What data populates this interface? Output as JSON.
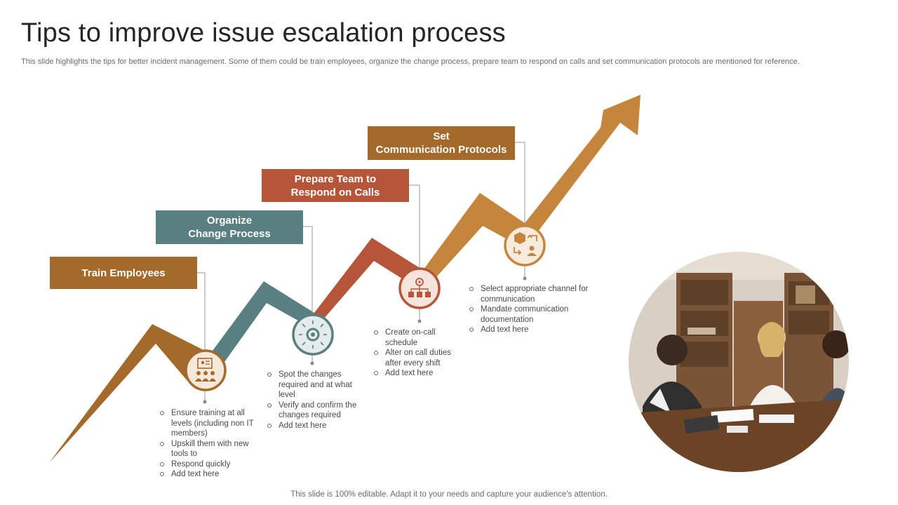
{
  "title": "Tips to improve issue escalation process",
  "subtitle": "This slide highlights the tips for better incident management. Some of them could be train employees, organize the change process, prepare team to respond on calls and set communication protocols are mentioned for reference.",
  "footer": "This slide is 100% editable. Adapt it to your needs and capture your audience's attention.",
  "colors": {
    "brown": "#A36A2B",
    "teal": "#5A7F81",
    "rust": "#B5563A",
    "orange": "#C4863C"
  },
  "steps": [
    {
      "label": "Train Employees",
      "icon": "training-icon",
      "bullets": [
        "Ensure training at all levels (including non IT members)",
        "Upskill them with new tools to",
        "Respond quickly",
        "Add text here"
      ]
    },
    {
      "label": "Organize\nChange Process",
      "icon": "change-process-icon",
      "bullets": [
        "Spot the changes required and at what level",
        "Verify and confirm the changes required",
        "Add text here"
      ]
    },
    {
      "label": "Prepare Team to\nRespond on Calls",
      "icon": "team-hierarchy-icon",
      "bullets": [
        "Create on-call schedule",
        "Alter on call duties after every shift",
        "Add text here"
      ]
    },
    {
      "label": "Set\nCommunication Protocols",
      "icon": "communication-icon",
      "bullets": [
        "Select appropriate channel for communication",
        "Mandate communication documentation",
        "Add text here"
      ]
    }
  ],
  "photo": {
    "icon": "team-meeting-photo"
  }
}
